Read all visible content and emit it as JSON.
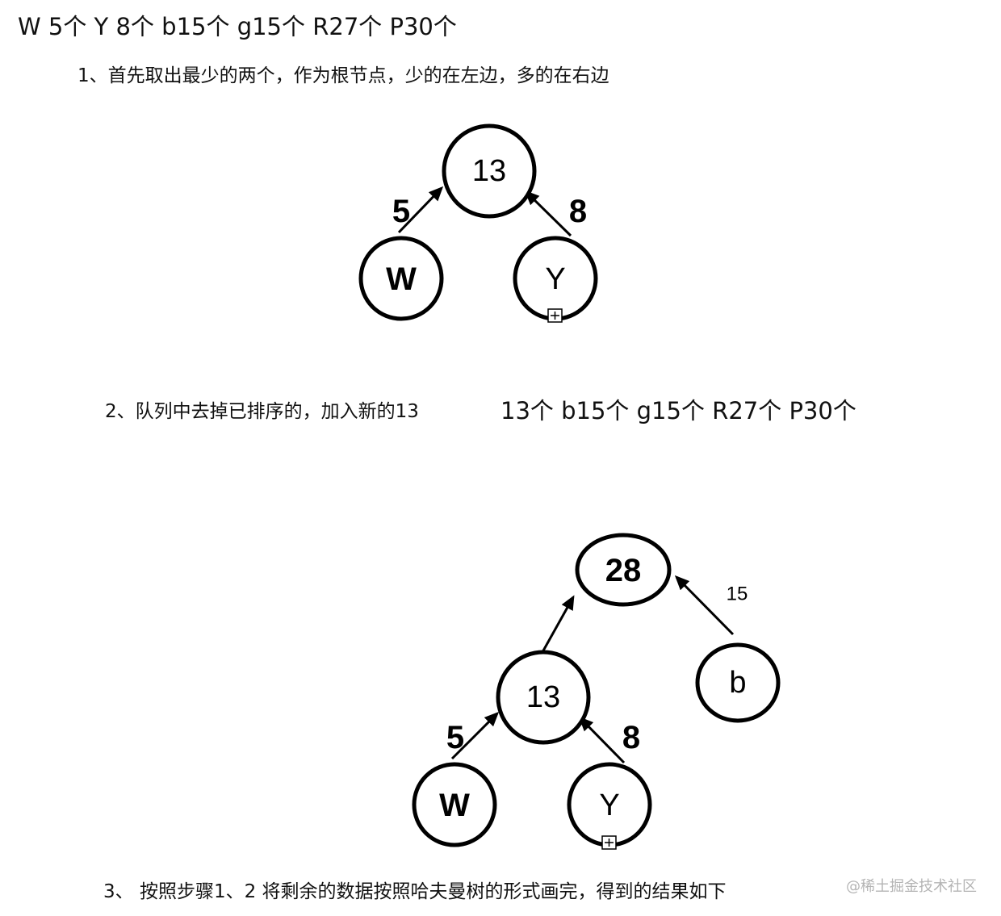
{
  "header": {
    "frequencies": "W 5个  Y 8个  b15个 g15个 R27个 P30个"
  },
  "steps": {
    "step1": "1、首先取出最少的两个，作为根节点，少的在左边，多的在右边",
    "step2": "2、队列中去掉已排序的，加入新的13",
    "queue": "13个  b15个 g15个 R27个 P30个",
    "step3": "3、 按照步骤1、2 将剩余的数据按照哈夫曼树的形式画完，得到的结果如下"
  },
  "tree1": {
    "root": "13",
    "left": "W",
    "right": "Y",
    "left_weight": "5",
    "right_weight": "8"
  },
  "tree2": {
    "root": "28",
    "mid": "13",
    "right": "b",
    "right_weight": "15",
    "left": "W",
    "left_leaf_right": "Y",
    "left_weight": "5",
    "right_leaf_weight": "8"
  },
  "watermark": "@稀土掘金技术社区"
}
